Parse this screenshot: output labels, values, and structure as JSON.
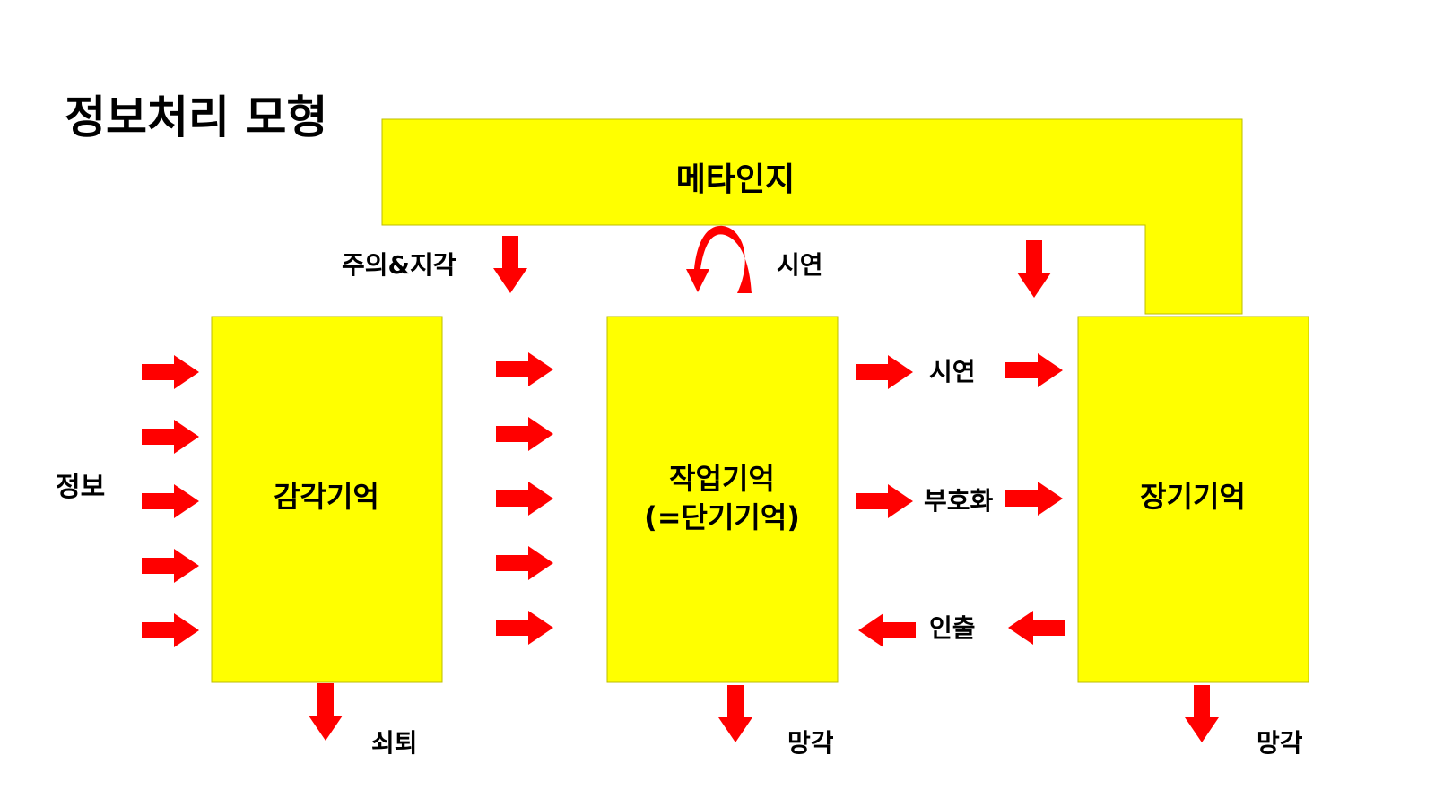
{
  "title": "정보처리 모형",
  "colors": {
    "box_fill": "#ffff00",
    "arrow": "#ff0000",
    "text": "#000000"
  },
  "metacognition": {
    "label": "메타인지"
  },
  "sensory_memory": {
    "label": "감각기억"
  },
  "working_memory": {
    "label_line1": "작업기억",
    "label_line2": "(=단기기억)"
  },
  "long_term_memory": {
    "label": "장기기억"
  },
  "labels": {
    "information": "정보",
    "attention_perception": "주의&지각",
    "rehearsal_top": "시연",
    "rehearsal": "시연",
    "encoding": "부호화",
    "retrieval": "인출",
    "decay": "쇠퇴",
    "forgetting_working": "망각",
    "forgetting_longterm": "망각"
  }
}
